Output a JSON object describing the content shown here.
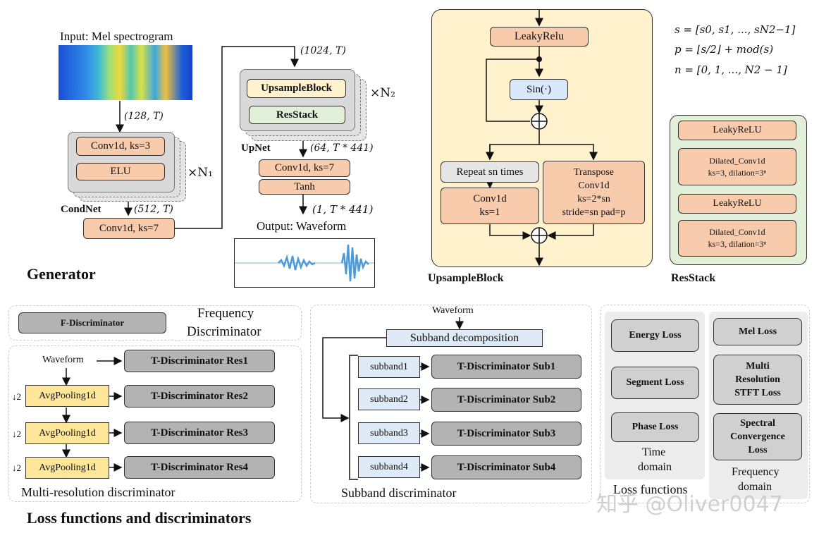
{
  "generator": {
    "input_label": "Input: Mel spectrogram",
    "dim_128": "(128, T)",
    "condnet": {
      "title": "CondNet",
      "conv": "Conv1d, ks=3",
      "elu": "ELU",
      "repeat": "×N₁",
      "dim_512": "(512, T)",
      "conv7": "Conv1d, ks=7"
    },
    "dim_1024": "(1024, T)",
    "upnet": {
      "title": "UpNet",
      "upsample": "UpsampleBlock",
      "resstack": "ResStack",
      "repeat": "×N₂",
      "dim_64": "(64, T * 441)",
      "conv7": "Conv1d, ks=7",
      "tanh": "Tanh",
      "dim_1": "(1, T * 441)"
    },
    "output_label": "Output: Waveform",
    "title": "Generator"
  },
  "upsample_block": {
    "title": "UpsampleBlock",
    "leaky": "LeakyRelu",
    "sin": "Sin(·)",
    "repeat": "Repeat sn times",
    "conv_a": "Conv1d",
    "conv_b": "ks=1",
    "transpose": [
      "Transpose",
      "Conv1d",
      "ks=2*sn",
      "stride=sn  pad=p"
    ]
  },
  "formulas": [
    "s = [s0, s1, ..., sN2−1]",
    "p = ⌊s/2⌋ + mod(s)",
    "n = [0, 1, ..., N2 − 1]"
  ],
  "resstack": {
    "title": "ResStack",
    "items": [
      "LeakyReLU",
      "Dilated_Conv1d",
      "ks=3, dilation=3ⁿ",
      "LeakyReLU",
      "Dilated_Conv1d",
      "ks=3, dilation=3ⁿ"
    ]
  },
  "freq_disc": {
    "box": "F-Discriminator",
    "label_a": "Frequency",
    "label_b": "Discriminator"
  },
  "multi_res": {
    "waveform": "Waveform",
    "pool": "AvgPooling1d",
    "down": "↓2",
    "t_res": [
      "T-Discriminator Res1",
      "T-Discriminator Res2",
      "T-Discriminator Res3",
      "T-Discriminator Res4"
    ],
    "title": "Multi-resolution discriminator"
  },
  "subband": {
    "waveform": "Waveform",
    "decomp": "Subband decomposition",
    "subbands": [
      "subband1",
      "subband2",
      "subband3",
      "subband4"
    ],
    "t_sub": [
      "T-Discriminator Sub1",
      "T-Discriminator Sub2",
      "T-Discriminator Sub3",
      "T-Discriminator Sub4"
    ],
    "title": "Subband discriminator"
  },
  "losses": {
    "time": [
      "Energy Loss",
      "Segment Loss",
      "Phase Loss"
    ],
    "time_label_a": "Time",
    "time_label_b": "domain",
    "freq": [
      "Mel Loss",
      "Multi",
      "Resolution",
      "STFT Loss",
      "Spectral",
      "Convergence",
      "Loss"
    ],
    "freq_label_a": "Frequency",
    "freq_label_b": "domain",
    "title": "Loss functions"
  },
  "watermark": "知乎 @Oliver0047",
  "section_title": "Loss functions and discriminators"
}
